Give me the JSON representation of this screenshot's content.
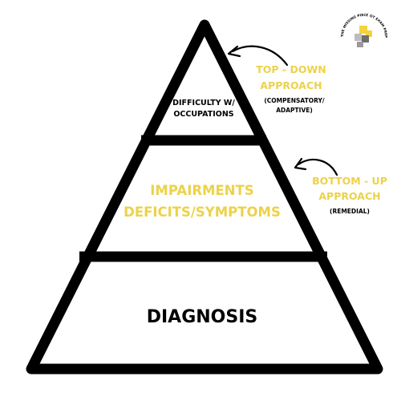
{
  "pyramid": {
    "top_label": [
      "DIFFICULTY W/",
      "OCCUPATIONS"
    ],
    "middle_label": [
      "IMPAIRMENTS",
      "DEFICITS/SYMPTOMS"
    ],
    "bottom_label": "DIAGNOSIS"
  },
  "top_down": {
    "title": [
      "TOP - DOWN",
      "APPROACH"
    ],
    "note": [
      "(COMPENSATORY/",
      "ADAPTIVE)"
    ]
  },
  "bottom_up": {
    "title": [
      "BOTTOM - UP",
      "APPROACH"
    ],
    "note": "(REMEDIAL)"
  },
  "logo": {
    "text": "THE MISSING PIECE OT EXAM PREP",
    "colors": [
      "#f2d43c",
      "#bdbdbd",
      "#6e6e6e"
    ]
  },
  "colors": {
    "accent": "#ecd24a",
    "stroke": "#000000",
    "background": "#ffffff"
  }
}
